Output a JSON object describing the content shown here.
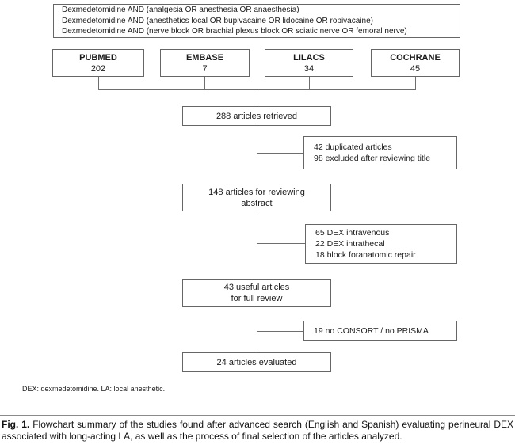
{
  "figure": {
    "search_strategy": {
      "lines": [
        "Dexmedetomidine AND (analgesia OR anesthesia OR anaesthesia)",
        "Dexmedetomidine AND (anesthetics local OR bupivacaine OR lidocaine OR ropivacaine)",
        "Dexmedetomidine AND (nerve block OR brachial plexus block OR sciatic nerve OR femoral nerve)"
      ]
    },
    "databases": [
      {
        "name": "PUBMED",
        "count": "202"
      },
      {
        "name": "EMBASE",
        "count": "7"
      },
      {
        "name": "LILACS",
        "count": "34"
      },
      {
        "name": "COCHRANE",
        "count": "45"
      }
    ],
    "stages": [
      {
        "text": "288 articles retrieved"
      },
      {
        "text": "148 articles for reviewing\nabstract"
      },
      {
        "text": "43 useful articles\nfor full review"
      },
      {
        "text": "24 articles evaluated"
      }
    ],
    "exclusions": [
      {
        "lines": [
          "42 duplicated articles",
          "98 excluded after reviewing title"
        ]
      },
      {
        "lines": [
          "65 DEX intravenous",
          "22 DEX intrathecal",
          "18 block foranatomic repair"
        ]
      },
      {
        "lines": [
          "19 no CONSORT / no PRISMA"
        ]
      }
    ],
    "footnote": "DEX: dexmedetomidine. LA: local anesthetic."
  },
  "caption": {
    "label": "Fig. 1.",
    "line1": " Flowchart summary of the studies found after advanced search (English and Spanish) evaluating perineural DEX",
    "line2": "associated with long-acting LA, as well as the process of final selection of the articles analyzed."
  },
  "colors": {
    "box_border": "#666666",
    "connector": "#6e6e6e",
    "text": "#1a1a1a",
    "background": "#ffffff",
    "caption_rule": "#8a8a8a"
  }
}
